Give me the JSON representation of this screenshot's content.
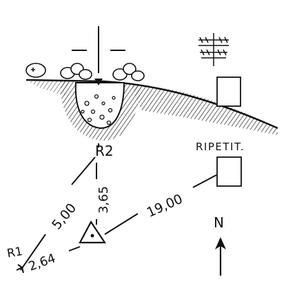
{
  "labels": {
    "r1": "R1",
    "r2": "R2",
    "dist_a": "2,64",
    "dist_b": "5,00",
    "dist_c": "3,65",
    "dist_d": "19,00",
    "ripetit": "RIPETIT.",
    "north": "N"
  },
  "icons": [
    "crosshair-icon",
    "survey-triangle-icon",
    "north-arrow-icon",
    "reference-mark-icon",
    "antenna-icon"
  ],
  "colors": {
    "ink": "#111111",
    "paper": "#ffffff"
  }
}
